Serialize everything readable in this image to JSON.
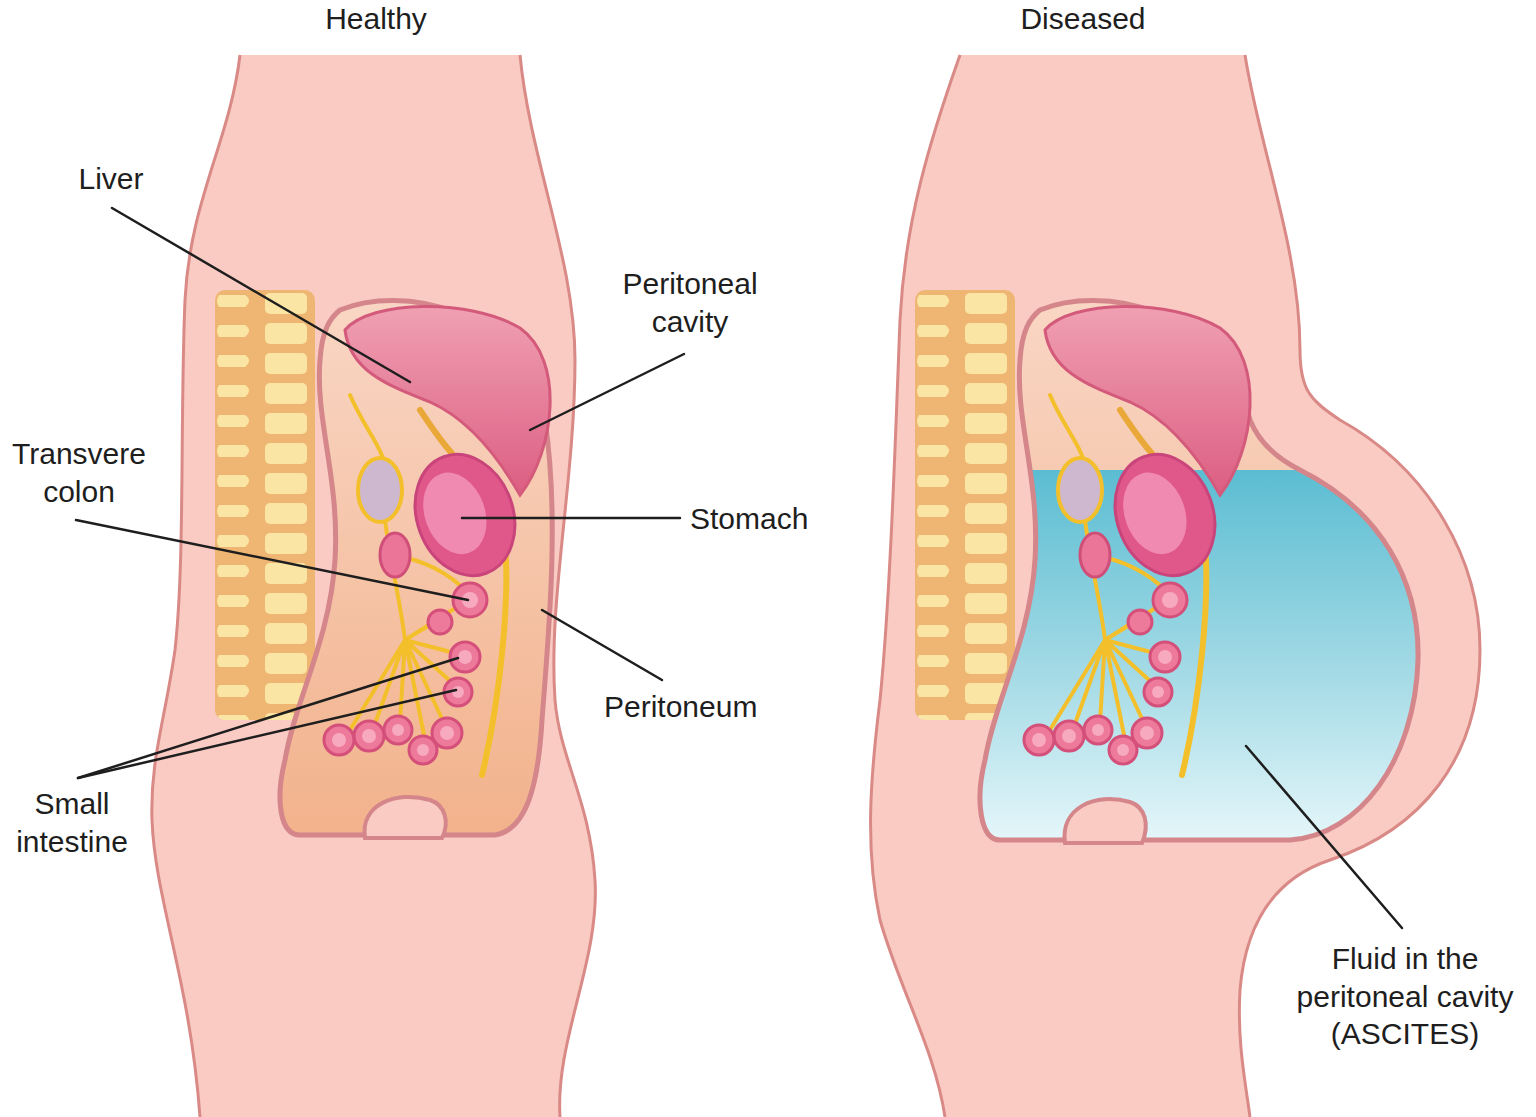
{
  "diagram": {
    "labels": [
      "Healthy",
      "Diseased",
      "Liver",
      "Peritoneal cavity",
      "Transvere colon",
      "Stomach",
      "Peritoneum",
      "Small intestine",
      "Fluid in the peritoneal cavity (ASCITES)"
    ]
  }
}
